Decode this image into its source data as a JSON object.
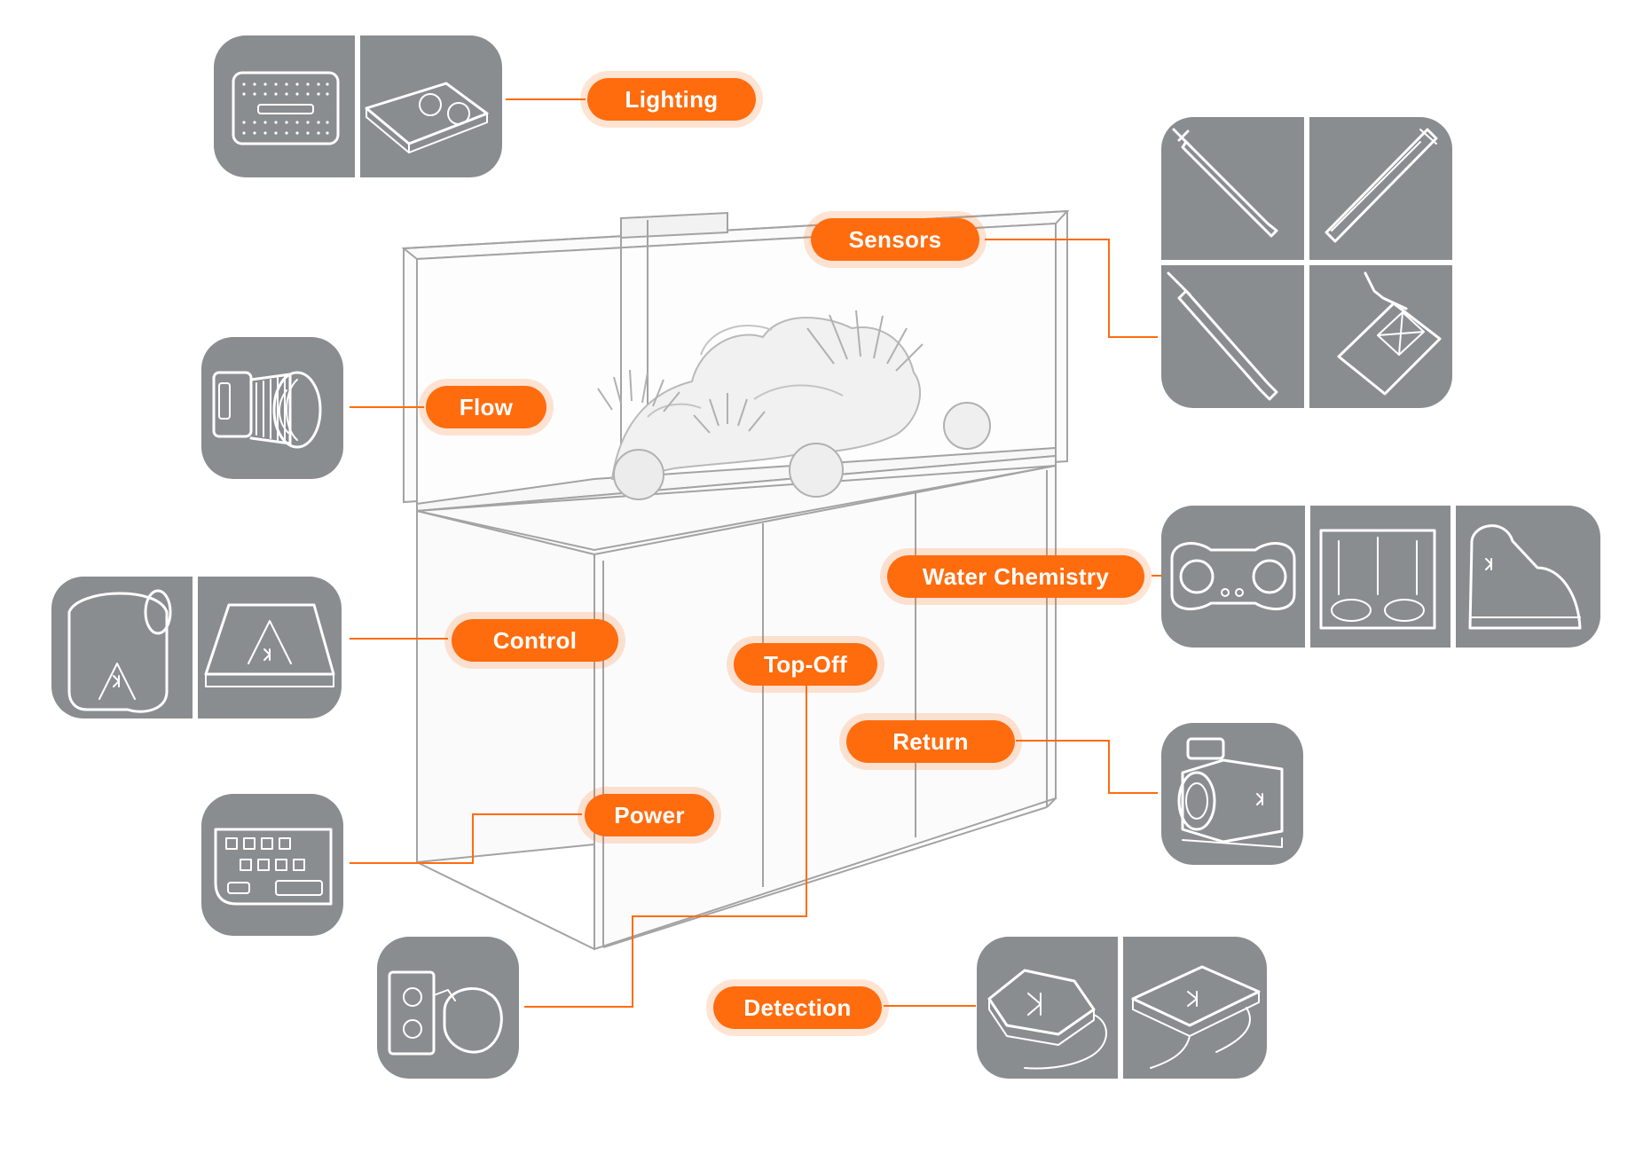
{
  "labels": {
    "lighting": "Lighting",
    "sensors": "Sensors",
    "flow": "Flow",
    "water_chemistry": "Water Chemistry",
    "control": "Control",
    "top_off": "Top-Off",
    "return": "Return",
    "power": "Power",
    "detection": "Detection"
  },
  "colors": {
    "accent": "#ff6c0e",
    "card": "#8a8d90",
    "tank_line": "#9a9a9a"
  },
  "icons": {
    "lighting": [
      "led-panel-icon",
      "led-fixture-sky-icon"
    ],
    "sensors": [
      "ph-probe-icon",
      "temperature-probe-icon",
      "orp-probe-icon",
      "leak-sensor-icon"
    ],
    "flow": [
      "wavemaker-pump-icon"
    ],
    "water_chemistry": [
      "dosing-pump-icon",
      "reagent-container-icon",
      "auto-tester-icon"
    ],
    "control": [
      "controller-unit-icon",
      "display-hub-icon"
    ],
    "return": [
      "return-pump-icon"
    ],
    "power": [
      "power-strip-icon"
    ],
    "top_off": [
      "ato-pump-icon"
    ],
    "detection": [
      "leak-detector-icon",
      "breakout-box-icon"
    ]
  }
}
